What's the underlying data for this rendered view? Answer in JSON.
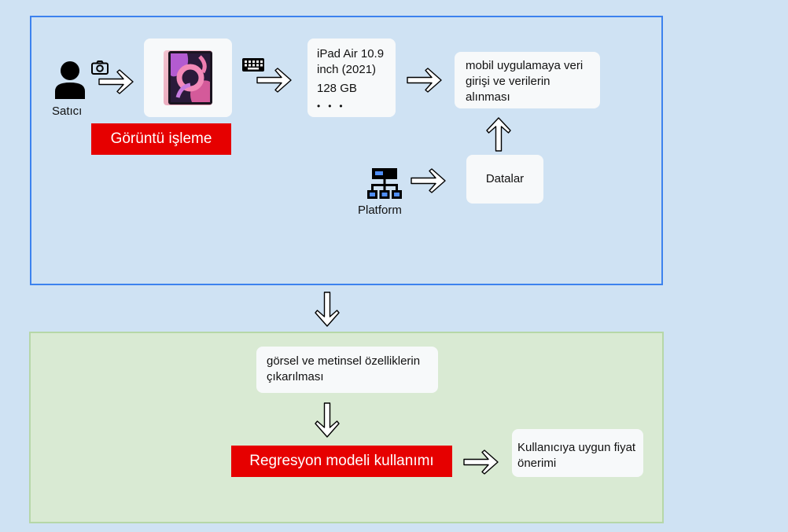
{
  "top": {
    "seller_label": "Satıcı",
    "image_processing_label": "Görüntü işleme",
    "product_line1": "iPad Air 10.9",
    "product_line2": "inch  (2021)",
    "product_line3": "128 GB",
    "product_ellipsis": "•   •   •",
    "mobile_app_text": "mobil uygulamaya veri girişi ve verilerin alınması",
    "platform_label": "Platform",
    "data_label": "Datalar"
  },
  "bottom": {
    "features_text": "görsel ve metinsel özelliklerin çıkarılması",
    "regression_label": "Regresyon modeli kullanımı",
    "suggestion_text": "Kullanıcıya uygun fiyat önerimi"
  },
  "colors": {
    "background": "#cfe2f3",
    "top_border": "#3c82ee",
    "bottom_fill": "#d9ead3",
    "bottom_border": "#b6d7a8",
    "red": "#e60000",
    "card": "#f7f9fa"
  },
  "icons": [
    "person-icon",
    "camera-icon",
    "tablet-image",
    "keyboard-icon",
    "network-icon"
  ]
}
